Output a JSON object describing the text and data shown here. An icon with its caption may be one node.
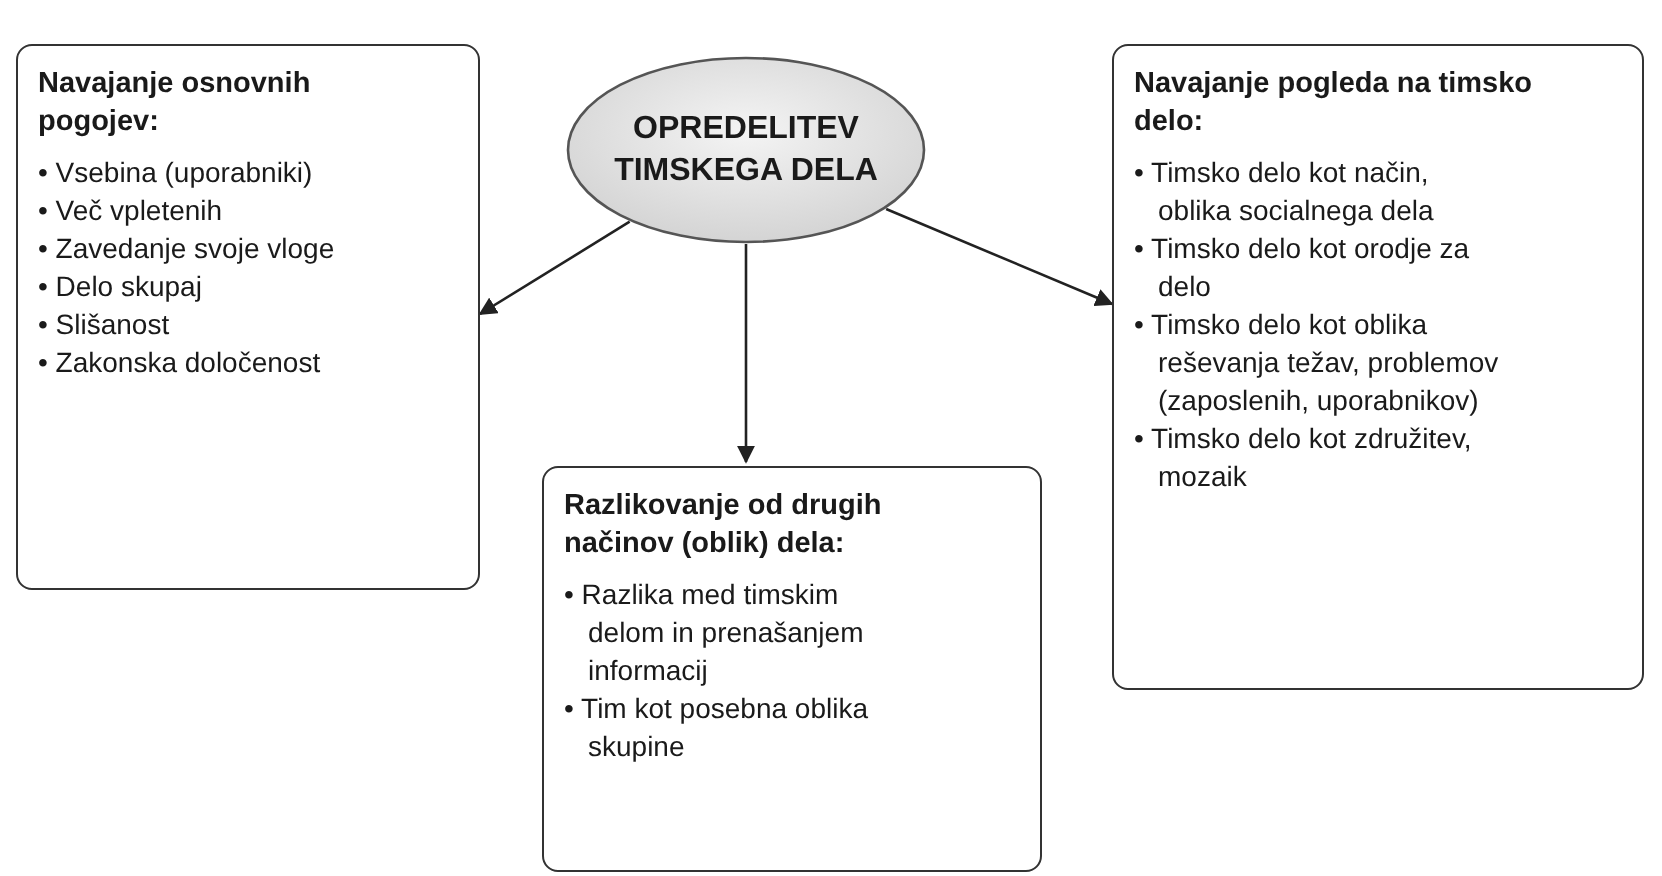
{
  "diagram": {
    "nodes": [
      {
        "text": [
          "OPREDELITEV TIMSKEGA DELA"
        ]
      },
      {
        "text": [
          "Navajanje osnovnih pogojev:",
          "• Vsebina (uporabniki)",
          "• Več vpletenih",
          "• Zavedanje svoje vloge",
          "• Delo skupaj",
          "• Slišanost",
          "• Zakonska določenost"
        ]
      },
      {
        "text": [
          "Navajanje pogleda na timsko delo:",
          "• Timsko delo kot način, oblika socialnega dela",
          "• Timsko delo kot orodje za delo",
          "• Timsko delo kot oblika reševanja težav, problemov (zaposlenih, uporabnikov)",
          "• Timsko delo kot združitev, mozaik"
        ]
      },
      {
        "text": [
          "Razlikovanje od drugih načinov (oblik) dela:",
          "• Razlika med timskim delom in prenašanjem informacij",
          "• Tim kot posebna oblika skupine"
        ]
      }
    ],
    "edges": [
      {
        "from": 0,
        "to": 1,
        "arrow": "to"
      },
      {
        "from": 0,
        "to": 3,
        "arrow": "to"
      },
      {
        "from": 0,
        "to": 2,
        "arrow": "to"
      }
    ]
  }
}
